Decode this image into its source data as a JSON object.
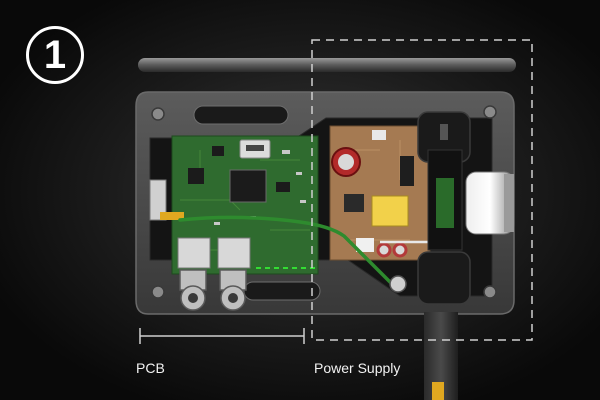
{
  "step": {
    "number": "1"
  },
  "labels": {
    "pcb": "PCB",
    "power_supply": "Power Supply"
  },
  "colors": {
    "background": "#0b0b0b",
    "enclosure": "#4a4a4a",
    "pcb_board": "#2f6b2f",
    "psu_board": "#a57a52",
    "wire_green": "#2e8b2e",
    "dashed_outline": "#d0d0d0",
    "dimension_line": "#cfcfcf",
    "connector_yellow": "#e0a820"
  },
  "icons": [
    "step-number-badge",
    "usb-port",
    "bnc-connector",
    "ethernet-port",
    "capacitor",
    "transformer",
    "dc-barrel-jack"
  ]
}
